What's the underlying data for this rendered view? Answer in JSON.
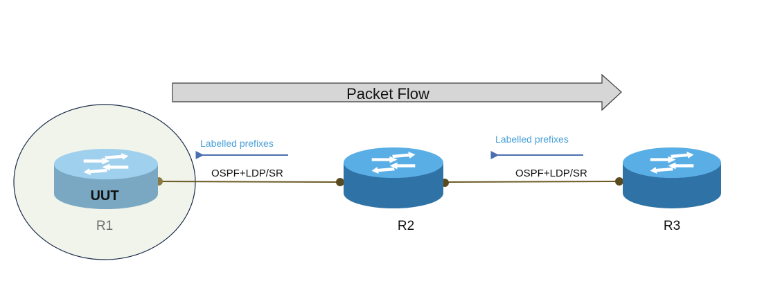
{
  "packet_flow": {
    "label": "Packet Flow"
  },
  "links": [
    {
      "from": "R1",
      "to": "R2",
      "protocol": "OSPF+LDP/SR",
      "advertisement": "Labelled prefixes"
    },
    {
      "from": "R2",
      "to": "R3",
      "protocol": "OSPF+LDP/SR",
      "advertisement": "Labelled prefixes"
    }
  ],
  "routers": [
    {
      "name": "R1",
      "badge": "UUT",
      "role": "unit-under-test"
    },
    {
      "name": "R2"
    },
    {
      "name": "R3"
    }
  ],
  "colors": {
    "router_top": "#5aaee6",
    "router_side": "#2f72a6",
    "uut_router_top": "#9fd0ee",
    "uut_router_side": "#7aa8c2",
    "uut_zone_fill": "#f0f4ea",
    "link": "#6b5a24",
    "port_dot": "#8a7a40",
    "advert_text": "#4a9fd8",
    "advert_arrow": "#4a6fb0",
    "flow_arrow_fill": "#d6d6d6"
  }
}
